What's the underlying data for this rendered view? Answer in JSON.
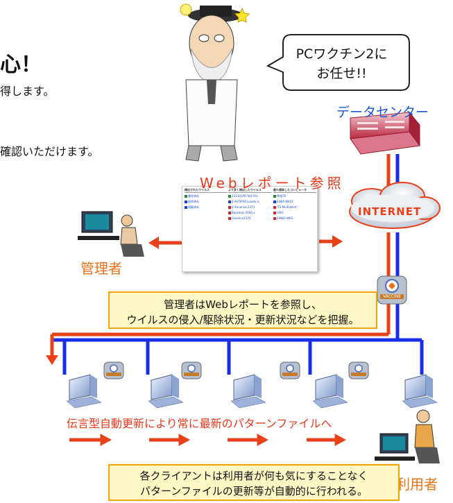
{
  "intro": {
    "heading": "心！",
    "line1": "得します。",
    "line2": "確認いただけます。"
  },
  "speech_bubble": "PCワクチン2に\nお任せ!!",
  "datacenter_label": "データセンター",
  "internet_label": "INTERNET",
  "web_report": {
    "title": "Webレポート参照",
    "col1_header": "検出されたウイルス",
    "col2_header": "より多く検出したウイルス",
    "col3_header": "最も感染したコンピュータ",
    "col1_rows": [
      "駆除済み",
      "削除済み",
      "隔離済み"
    ],
    "col2_rows": [
      "221 EICAR-Test-File",
      "0 ASTERIA-Loader.a",
      "0 Annemia.2373",
      "Backdoor.2000.a",
      "Gasoline1376"
    ],
    "col3_rows": [
      "MAJOR",
      "JUNIA-WKS1",
      "ITS-MultiVallst",
      "VAIO",
      "JUNKO-WKS"
    ]
  },
  "admin_label": "管理者",
  "admin_note": "管理者はWebレポートを参照し、\nウイルスの侵入/駆除状況・更新状況などを把握。",
  "server_badge": "VACCINE",
  "flow_label": "伝言型自動更新により常に最新のパターンファイルへ",
  "user_label": "利用者",
  "client_note": "各クライアントは利用者が何も気にすることなく\nパターンファイルの更新等が自動的に行われる。",
  "colors": {
    "red": "#e8411a",
    "blue": "#1a2ee8",
    "accent_blue": "#1a55d6",
    "orange": "#e87218",
    "note_bg": "#fff7c4",
    "note_border": "#f2a300"
  }
}
